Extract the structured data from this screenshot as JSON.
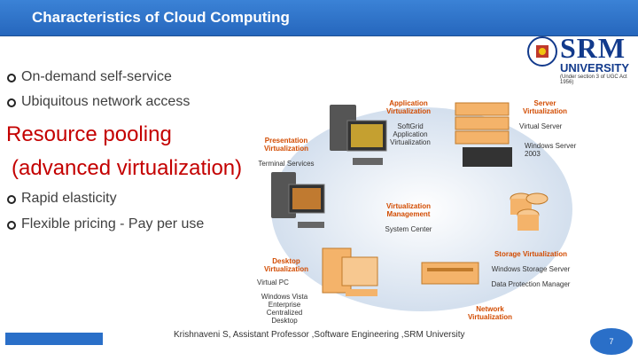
{
  "slide": {
    "title": "Characteristics of Cloud Computing",
    "bullets": {
      "item1": "On-demand self-service",
      "item2": "Ubiquitous network access",
      "highlight_line1": "Resource pooling",
      "highlight_line2": "(advanced virtualization)",
      "item3": "Rapid elasticity",
      "item4": "Flexible pricing - Pay per use"
    },
    "logo": {
      "name": "SRM",
      "subtitle": "UNIVERSITY",
      "note": "(Under section 3 of UGC Act 1956)"
    },
    "diagram": {
      "app_virt": "Application Virtualization",
      "app_sub": "SoftGrid Application Virtualization",
      "server_virt": "Server Virtualization",
      "server_sub1": "Virtual Server",
      "server_sub2": "Windows Server 2003",
      "pres_virt": "Presentation Virtualization",
      "pres_sub": "Terminal Services",
      "virt_mgmt": "Virtualization Management",
      "mgmt_sub": "System Center",
      "desktop_virt": "Desktop Virtualization",
      "desktop_sub1": "Virtual PC",
      "desktop_sub2": "Windows Vista Enterprise Centralized Desktop",
      "storage_virt": "Storage Virtualization",
      "storage_sub1": "Windows Storage Server",
      "storage_sub2": "Data Protection Manager",
      "network_virt": "Network Virtualization"
    },
    "footer": "Krishnaveni S, Assistant Professor ,Software Engineering ,SRM University",
    "page_number": "7",
    "colors": {
      "title_bar": "#2a6fc8",
      "highlight": "#c40000",
      "diagram_label": "#d24b00"
    }
  }
}
